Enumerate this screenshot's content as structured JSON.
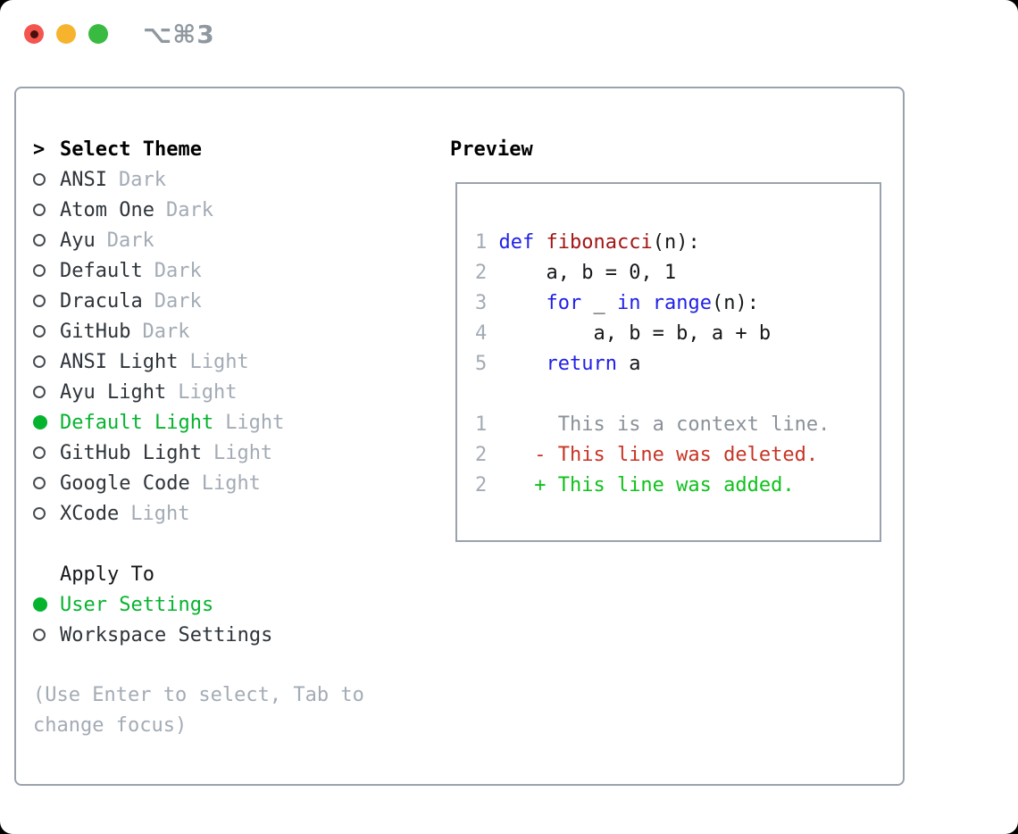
{
  "window": {
    "shortcut_label": "⌥⌘3",
    "traffic_lights": [
      {
        "name": "close",
        "color": "#f4554e"
      },
      {
        "name": "minimize",
        "color": "#f6b42e"
      },
      {
        "name": "zoom",
        "color": "#38bb40"
      }
    ]
  },
  "theme_list": {
    "prompt": ">",
    "header": "Select Theme",
    "items": [
      {
        "label": "ANSI",
        "badge": "Dark",
        "selected": false
      },
      {
        "label": "Atom One",
        "badge": "Dark",
        "selected": false
      },
      {
        "label": "Ayu",
        "badge": "Dark",
        "selected": false
      },
      {
        "label": "Default",
        "badge": "Dark",
        "selected": false
      },
      {
        "label": "Dracula",
        "badge": "Dark",
        "selected": false
      },
      {
        "label": "GitHub",
        "badge": "Dark",
        "selected": false
      },
      {
        "label": "ANSI Light",
        "badge": "Light",
        "selected": false
      },
      {
        "label": "Ayu Light",
        "badge": "Light",
        "selected": false
      },
      {
        "label": "Default Light",
        "badge": "Light",
        "selected": true
      },
      {
        "label": "GitHub Light",
        "badge": "Light",
        "selected": false
      },
      {
        "label": "Google Code",
        "badge": "Light",
        "selected": false
      },
      {
        "label": "XCode",
        "badge": "Light",
        "selected": false
      }
    ]
  },
  "apply_to": {
    "header": "Apply To",
    "items": [
      {
        "label": "User Settings",
        "selected": true
      },
      {
        "label": "Workspace Settings",
        "selected": false
      }
    ]
  },
  "help": {
    "line1": "(Use Enter to select, Tab to",
    "line2": "change focus)"
  },
  "preview": {
    "header": "Preview",
    "lines": [
      {
        "num": "1",
        "tokens": [
          {
            "t": " ",
            "c": "plain"
          },
          {
            "t": "def",
            "c": "kw"
          },
          {
            "t": " ",
            "c": "plain"
          },
          {
            "t": "fibonacci",
            "c": "fn"
          },
          {
            "t": "(n):",
            "c": "plain"
          }
        ]
      },
      {
        "num": "2",
        "tokens": [
          {
            "t": "     a, b = 0, 1",
            "c": "plain"
          }
        ]
      },
      {
        "num": "3",
        "tokens": [
          {
            "t": "     ",
            "c": "plain"
          },
          {
            "t": "for",
            "c": "kw"
          },
          {
            "t": " _ ",
            "c": "plain"
          },
          {
            "t": "in",
            "c": "kw"
          },
          {
            "t": " ",
            "c": "plain"
          },
          {
            "t": "range",
            "c": "kw"
          },
          {
            "t": "(n):",
            "c": "plain"
          }
        ]
      },
      {
        "num": "4",
        "tokens": [
          {
            "t": "         a, b = b, a + b",
            "c": "plain"
          }
        ]
      },
      {
        "num": "5",
        "tokens": [
          {
            "t": "     ",
            "c": "plain"
          },
          {
            "t": "return",
            "c": "kw"
          },
          {
            "t": " a",
            "c": "plain"
          }
        ]
      },
      {
        "num": "",
        "tokens": []
      },
      {
        "num": "1",
        "tokens": [
          {
            "t": "      This is a context line.",
            "c": "ctx"
          }
        ]
      },
      {
        "num": "2",
        "tokens": [
          {
            "t": "    - This line was deleted.",
            "c": "del"
          }
        ]
      },
      {
        "num": "2",
        "tokens": [
          {
            "t": "    + This line was added.",
            "c": "add"
          }
        ]
      }
    ]
  },
  "colors": {
    "accent_green": "#06b32f",
    "diff_add": "#0fc11b",
    "diff_del": "#c73425",
    "keyword_blue": "#1f1fe8",
    "function_red": "#a31515",
    "muted_gray": "#a3abb5",
    "context_gray": "#8a9199",
    "border_gray": "#9aa2ad",
    "text_dark": "#2e343a"
  }
}
